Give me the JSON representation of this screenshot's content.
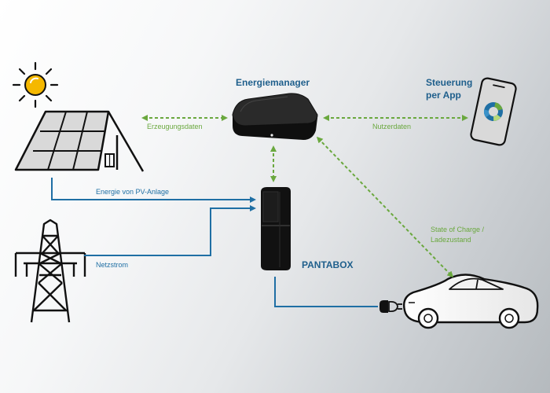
{
  "nodes": {
    "energy_manager": {
      "label": "Energiemanager"
    },
    "app": {
      "label_line1": "Steuerung",
      "label_line2": "per App"
    },
    "pantabox": {
      "label": "PANTABOX"
    }
  },
  "connections": {
    "production_data": "Erzeugungsdaten",
    "user_data": "Nutzerdaten",
    "pv_energy": "Energie von PV-Anlage",
    "grid_power": "Netzstrom",
    "soc_line1": "State of Charge /",
    "soc_line2": "Ladezustand"
  },
  "colors": {
    "data_link": "#6aa83e",
    "power_link": "#1f6fa4",
    "title": "#1f5f8c",
    "sun": "#f5b800"
  },
  "icons": [
    "sun-icon",
    "solar-house-icon",
    "power-pylon-icon",
    "energy-manager-device-icon",
    "smartphone-app-icon",
    "pantabox-charger-icon",
    "car-icon",
    "plug-icon"
  ]
}
